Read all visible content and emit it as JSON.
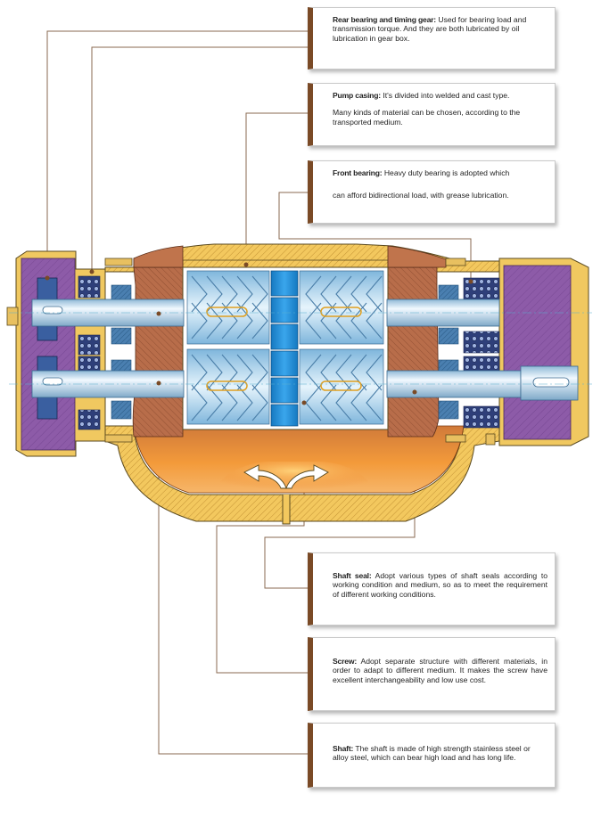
{
  "callouts": {
    "rear_bearing": {
      "title": "Rear bearing and timing gear:",
      "text": " Used for bearing load and transmission torque. And they are both lubricated by oil lubrication in gear box."
    },
    "pump_casing": {
      "title": "Pump casing:",
      "text": " It's divided into welded and cast type.",
      "text2": "Many kinds of material can be chosen, according to the transported medium."
    },
    "front_bearing": {
      "title": "Front bearing:",
      "text": " Heavy duty bearing is adopted which",
      "text2": "can afford bidirectional load, with grease lubrication."
    },
    "shaft_seal": {
      "title": "Shaft seal:",
      "text": " Adopt various types of shaft seals according to working condition and medium, so as to meet the requirement of different working conditions."
    },
    "screw": {
      "title": "Screw:",
      "text": " Adopt separate structure with different materials, in order to adapt to different medium. It makes the screw have excellent interchangeability and low use cost."
    },
    "shaft": {
      "title": "Shaft:",
      "text": " The shaft is made of high strength stainless steel or alloy steel, which can bear high load and has long life."
    }
  },
  "colors": {
    "accent_bar": "#7a4a26",
    "leader_line": "#8a6a50",
    "gearbox": "#8a5aa6",
    "casing": "#f0c060",
    "chamber": "#e8882e",
    "screw": "#a9d4ee",
    "shaft": "#d2e8f6",
    "center_disc": "#1f8fd6"
  }
}
